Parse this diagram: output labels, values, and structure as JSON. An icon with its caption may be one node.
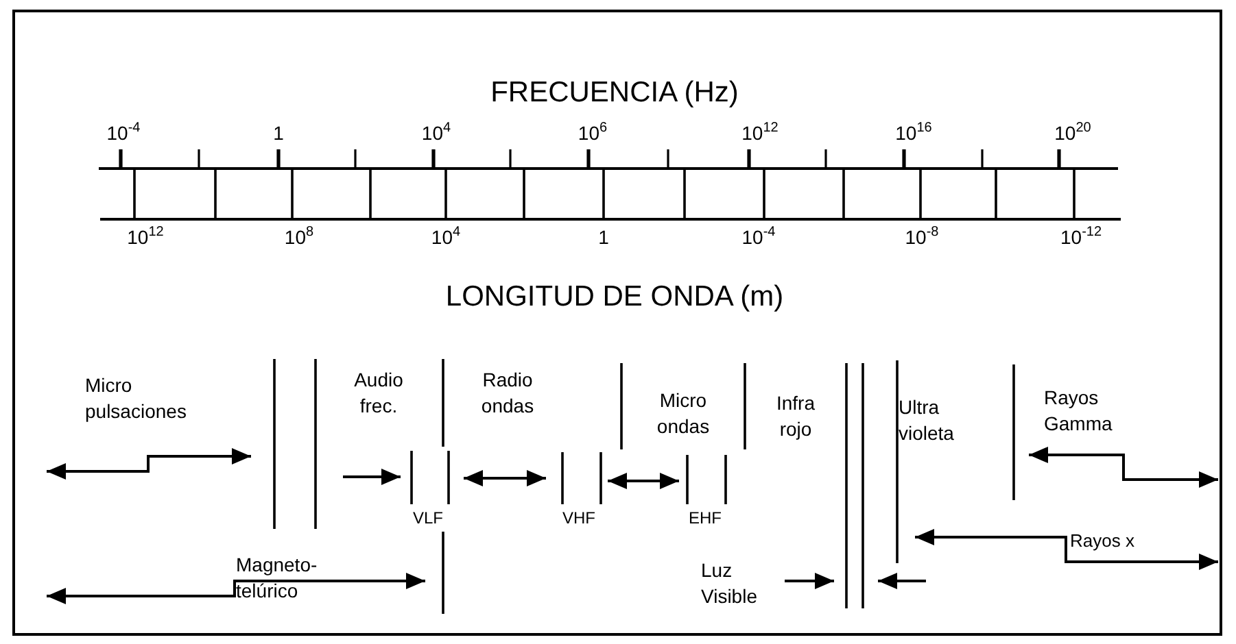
{
  "diagram": {
    "labels": [
      "FRECUENCIA (Hz)",
      "10$^{-4}$",
      "1",
      "10$^{4}$",
      "10$^{6}$",
      "10$^{12}$",
      "10$^{16}$",
      "10$^{20}$",
      "10$^{12}$",
      "10$^{8}$",
      "10$^{4}$",
      "1",
      "10$^{-4}$",
      "10$^{-8}$",
      "10$^{-12}$",
      "LONGITUD DE ONDA (m)",
      "Micro pulsaciones",
      "Audio frec.",
      "Radio ondas",
      "Micro ondas",
      "Infra rojo",
      "Ultra violeta",
      "Rayos Gamma",
      "VLF",
      "VHF",
      "EHF",
      "Rayos x",
      "Magneto- telúrico",
      "Luz Visible"
    ]
  }
}
